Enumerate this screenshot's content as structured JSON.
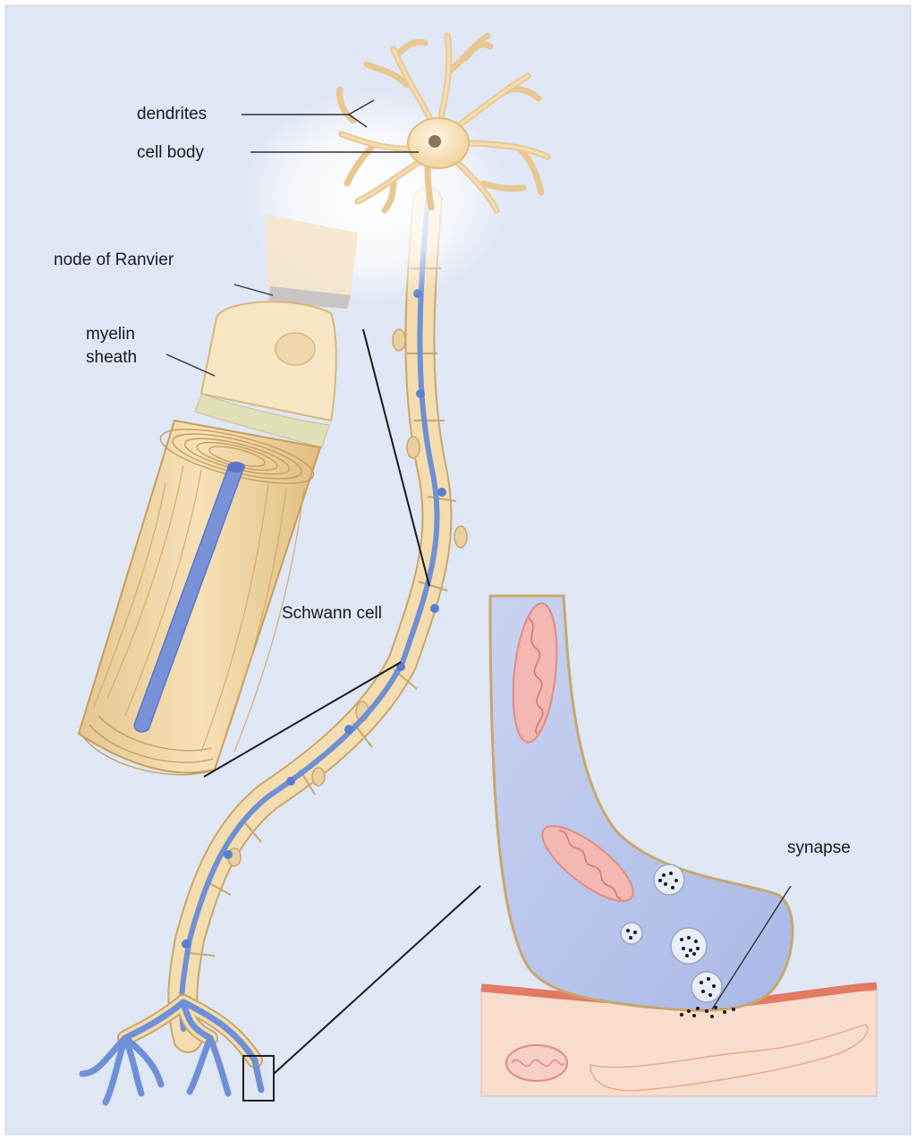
{
  "diagram": {
    "labels": {
      "dendrites": "dendrites",
      "cell_body": "cell body",
      "node_of_ranvier": "node of Ranvier",
      "myelin_line1": "myelin",
      "myelin_line2": "sheath",
      "schwann_cell": "Schwann cell",
      "synapse": "synapse"
    },
    "colors": {
      "background": "#dfe6f4",
      "myelin": "#f1d7a6",
      "myelin_edge": "#c9a66b",
      "axon": "#6f8fd6",
      "terminal_fill": "#bcc9ec",
      "muscle": "#f7dccc",
      "muscle_edge": "#e07a5f",
      "mitochondria": "#e8948d"
    }
  }
}
